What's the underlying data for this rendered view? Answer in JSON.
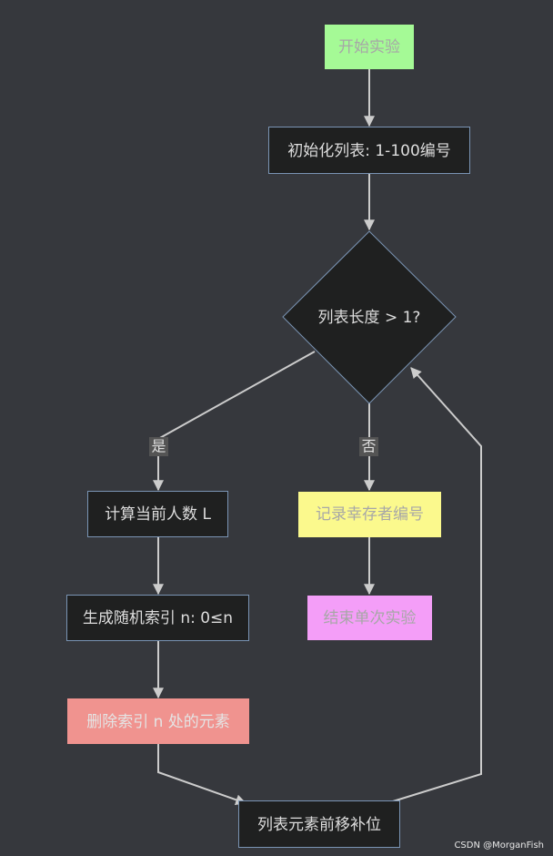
{
  "diagram": {
    "colors": {
      "background": "#36383d",
      "dark_fill": "#1f2020",
      "border": "#7a94b4",
      "arrow": "#cccccc",
      "text_light": "#dddddd",
      "text_muted": "#a7a7a7",
      "edge_label_bg": "#545454"
    },
    "nodes": {
      "start": {
        "label": "开始实验",
        "fill": "#a5fa96"
      },
      "init": {
        "label": "初始化列表: 1-100编号"
      },
      "decision": {
        "label": "列表长度 > 1?"
      },
      "count": {
        "label": "计算当前人数 L"
      },
      "random": {
        "label": "生成随机索引 n: 0≤n"
      },
      "remove": {
        "label": "删除索引 n 处的元素",
        "fill": "#f0938f"
      },
      "shift": {
        "label": "列表元素前移补位"
      },
      "record": {
        "label": "记录幸存者编号",
        "fill": "#fbf98d"
      },
      "end": {
        "label": "结束单次实验",
        "fill": "#f49ef8"
      }
    },
    "edge_labels": {
      "yes": "是",
      "no": "否"
    }
  },
  "watermark": "CSDN @MorganFish"
}
